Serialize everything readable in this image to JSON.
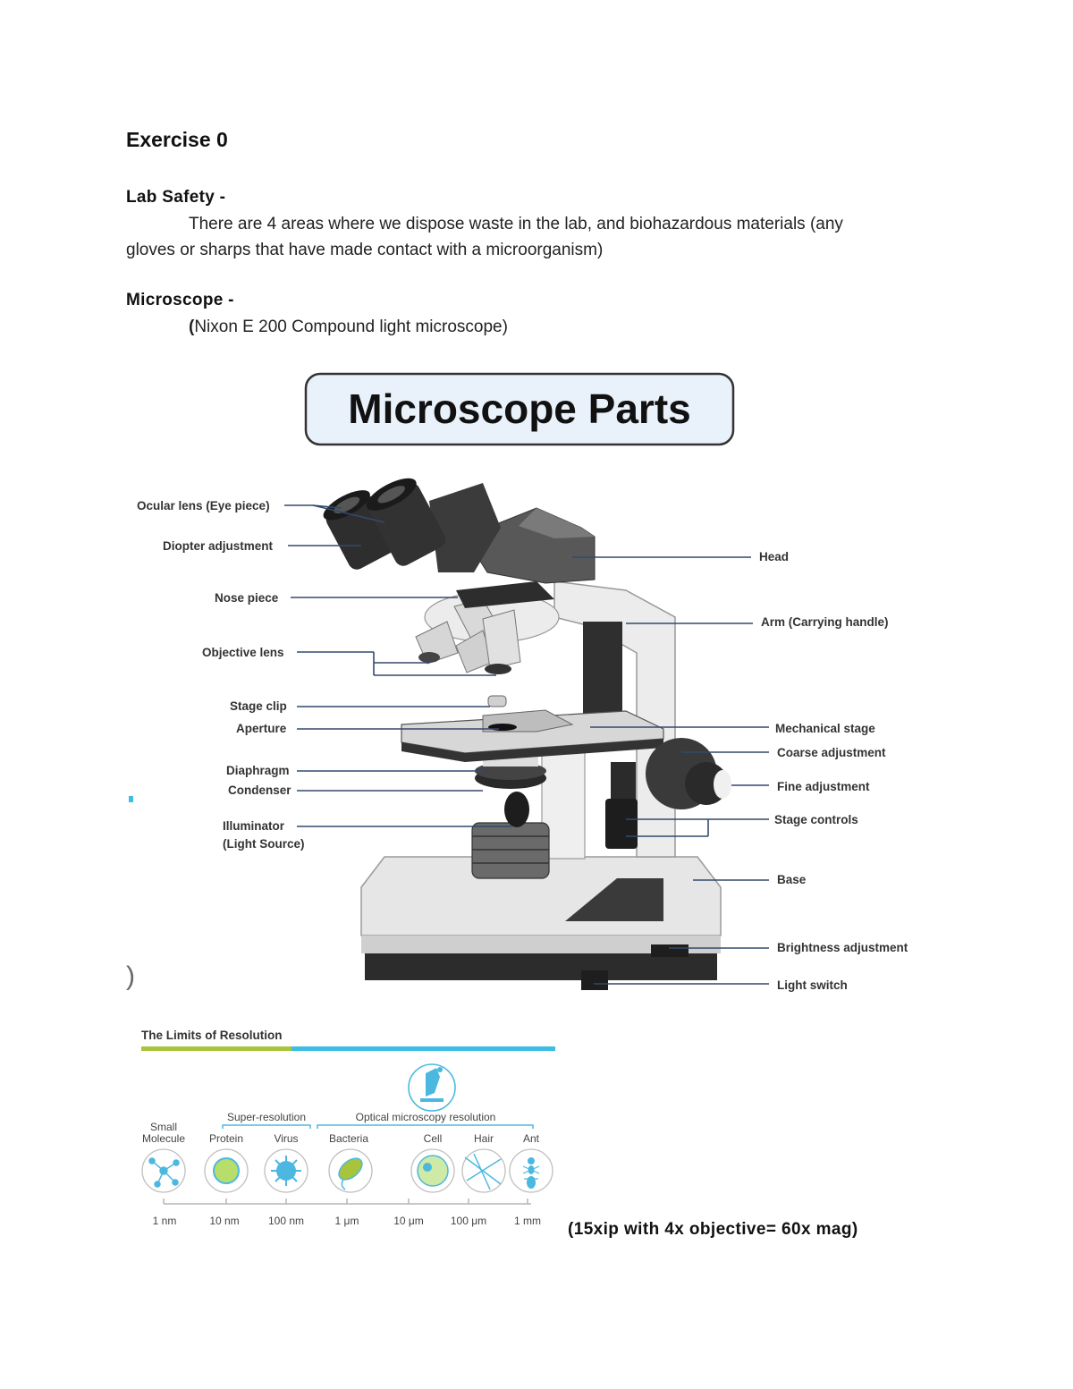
{
  "doc": {
    "title": "Exercise 0",
    "lab_safety": {
      "heading": "Lab Safety -",
      "line1": "There are 4 areas where we dispose waste in the lab, and biohazardous materials (any",
      "line2": "gloves or sharps that have made contact with a microorganism)"
    },
    "microscope": {
      "heading": "Microscope -",
      "paren_bold": "(",
      "note": "Nixon E 200 Compound light microscope)"
    },
    "stray_mark": ")",
    "magnification_note": "(15xip with 4x objective= 60x mag)"
  },
  "figure_parts": {
    "title": "Microscope Parts",
    "labels_left": {
      "ocular": "Ocular lens (Eye piece)",
      "diopter": "Diopter adjustment",
      "nose": "Nose piece",
      "objective": "Objective lens",
      "stage_clip": "Stage clip",
      "aperture": "Aperture",
      "diaphragm": "Diaphragm",
      "condenser": "Condenser",
      "illuminator": "Illuminator",
      "illuminator2": "(Light Source)"
    },
    "labels_right": {
      "head": "Head",
      "arm": "Arm (Carrying handle)",
      "mech": "Mechanical stage",
      "coarse": "Coarse adjustment",
      "fine": "Fine adjustment",
      "stage_controls": "Stage controls",
      "base": "Base",
      "brightness": "Brightness adjustment",
      "light_switch": "Light switch"
    },
    "colors": {
      "line": "#33496e",
      "title_bg": "#e9f2fb",
      "title_border": "#333333"
    }
  },
  "figure_resolution": {
    "title": "The Limits of Resolution",
    "groups": {
      "super": "Super-resolution",
      "optical": "Optical microscopy resolution"
    },
    "items": [
      {
        "name": "Small",
        "name2": "Molecule",
        "scale": "1 nm"
      },
      {
        "name": "Protein",
        "scale": "10 nm"
      },
      {
        "name": "Virus",
        "scale": "100 nm"
      },
      {
        "name": "Bacteria",
        "scale": "1 μm"
      },
      {
        "name": "Cell",
        "scale": "10 μm"
      },
      {
        "name": "Hair",
        "scale": "100 μm"
      },
      {
        "name": "Ant",
        "scale": "1 mm"
      }
    ],
    "colors": {
      "green": "#a8c43c",
      "blue": "#3cbde6",
      "bracket": "#4cb8e0"
    }
  }
}
